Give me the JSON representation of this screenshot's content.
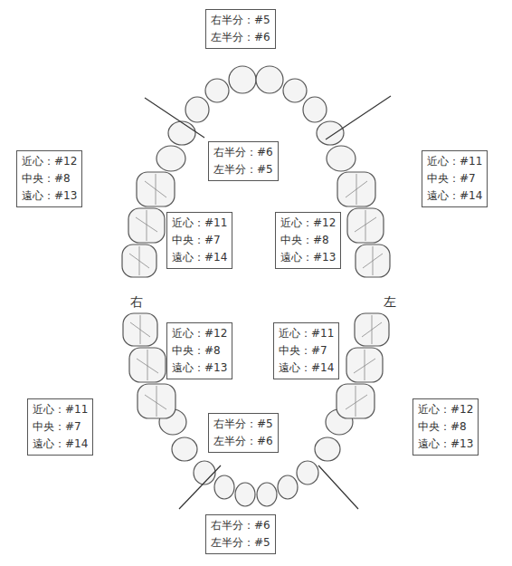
{
  "diagram": {
    "nodes": [
      {
        "text": [
          "右半分：#5",
          "左半分：#6"
        ]
      },
      {
        "text": [
          "右半分：#6",
          "左半分：#5"
        ]
      },
      {
        "text": [
          "近心：#12",
          "中央：#8",
          "遠心：#13"
        ]
      },
      {
        "text": [
          "近心：#11",
          "中央：#7",
          "遠心：#14"
        ]
      },
      {
        "text": [
          "近心：#11",
          "中央：#7",
          "遠心：#14"
        ]
      },
      {
        "text": [
          "近心：#12",
          "中央：#8",
          "遠心：#13"
        ]
      },
      {
        "text": [
          "近心：#12",
          "中央：#8",
          "遠心：#13"
        ]
      },
      {
        "text": [
          "近心：#11",
          "中央：#7",
          "遠心：#14"
        ]
      },
      {
        "text": [
          "近心：#11",
          "中央：#7",
          "遠心：#14"
        ]
      },
      {
        "text": [
          "近心：#12",
          "中央：#8",
          "遠心：#13"
        ]
      },
      {
        "text": [
          "右半分：#5",
          "左半分：#6"
        ]
      },
      {
        "text": [
          "右半分：#6",
          "左半分：#5"
        ]
      }
    ],
    "labels": [
      "右",
      "左"
    ]
  }
}
